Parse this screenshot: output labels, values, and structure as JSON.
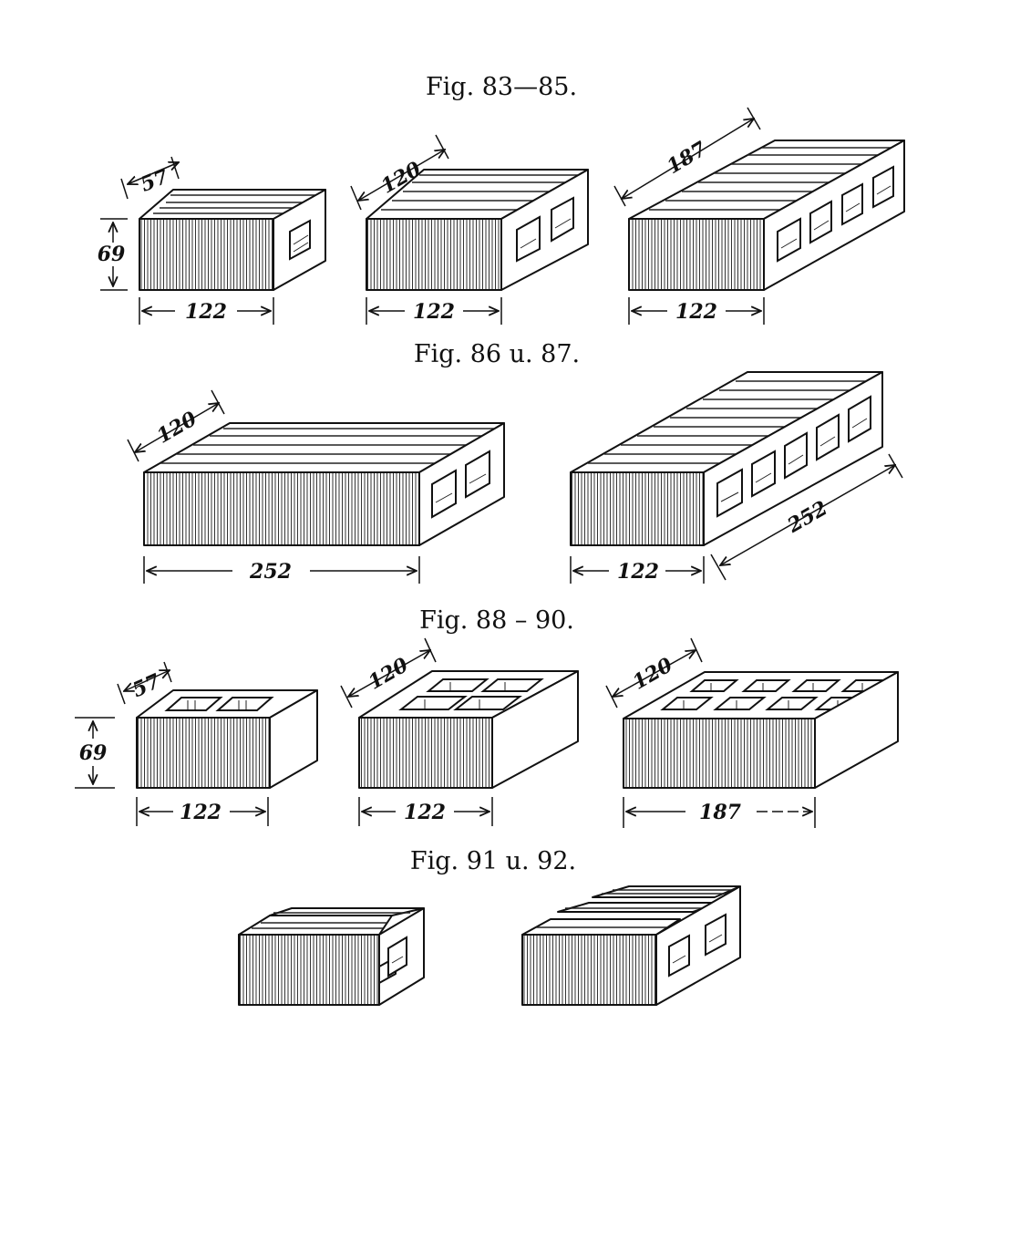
{
  "captions": {
    "fig83_85": "Fig. 83—85.",
    "fig86_87": "Fig. 86 u. 87.",
    "fig88_90": "Fig. 88 – 90.",
    "fig91_92": "Fig. 91 u. 92."
  },
  "figures": [
    {
      "id": "fig83",
      "dims": {
        "depth": "57",
        "height": "69",
        "length": "122"
      }
    },
    {
      "id": "fig84",
      "dims": {
        "depth": "120",
        "length": "122"
      }
    },
    {
      "id": "fig85",
      "dims": {
        "depth": "187",
        "length": "122"
      }
    },
    {
      "id": "fig86",
      "dims": {
        "depth": "120",
        "length": "252"
      }
    },
    {
      "id": "fig87",
      "dims": {
        "length": "122",
        "side": "252"
      }
    },
    {
      "id": "fig88",
      "dims": {
        "depth": "57",
        "height": "69",
        "length": "122"
      }
    },
    {
      "id": "fig89",
      "dims": {
        "depth": "120",
        "length": "122"
      }
    },
    {
      "id": "fig90",
      "dims": {
        "depth": "120",
        "length": "187"
      }
    },
    {
      "id": "fig91",
      "dims": {}
    },
    {
      "id": "fig92",
      "dims": {}
    }
  ]
}
